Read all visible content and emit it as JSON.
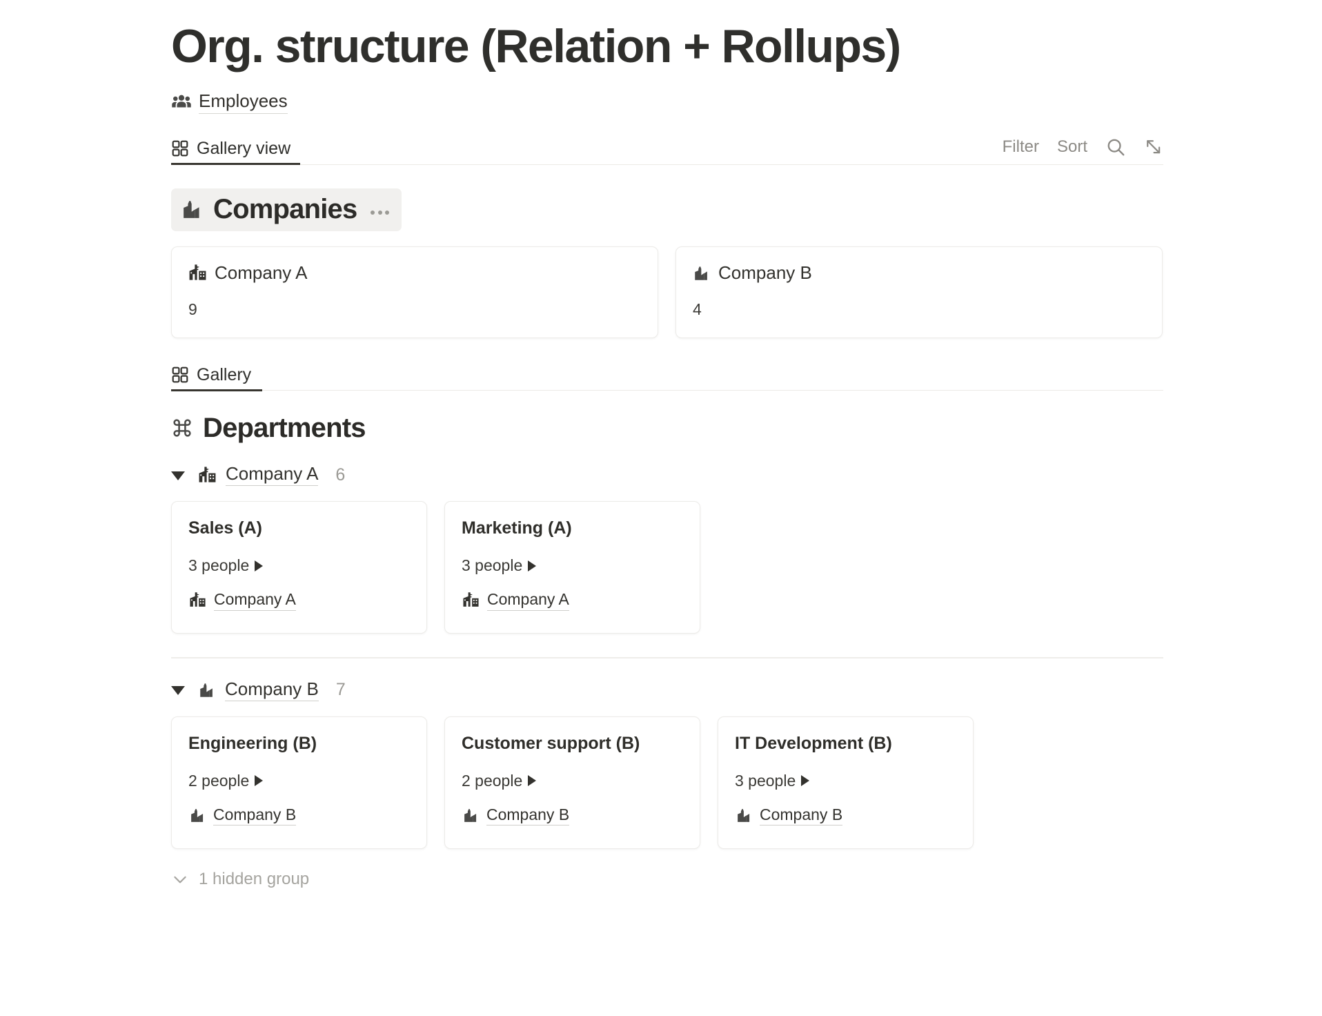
{
  "page": {
    "title": "Org. structure (Relation + Rollups)"
  },
  "source": {
    "icon": "people-group-icon",
    "label": "Employees"
  },
  "toolbar": {
    "tab": {
      "icon": "gallery-grid-icon",
      "label": "Gallery view"
    },
    "filter_label": "Filter",
    "sort_label": "Sort",
    "search_icon": "search-icon",
    "expand_icon": "expand-diagonal-icon"
  },
  "companies_section": {
    "icon": "factory-icon",
    "title": "Companies",
    "menu_icon": "ellipsis-icon",
    "cards": [
      {
        "icon": "school-building-icon",
        "name": "Company A",
        "rollup": "9"
      },
      {
        "icon": "factory-icon",
        "name": "Company B",
        "rollup": "4"
      }
    ]
  },
  "subview": {
    "tab": {
      "icon": "gallery-grid-icon",
      "label": "Gallery"
    }
  },
  "departments_section": {
    "icon": "command-icon",
    "title": "Departments",
    "groups": [
      {
        "toggle_icon": "caret-down-icon",
        "icon": "school-building-icon",
        "name": "Company A",
        "count": "6",
        "cards": [
          {
            "name": "Sales (A)",
            "people": "3 people",
            "people_caret": "caret-right-icon",
            "relation_icon": "school-building-icon",
            "relation": "Company A"
          },
          {
            "name": "Marketing (A)",
            "people": "3 people",
            "people_caret": "caret-right-icon",
            "relation_icon": "school-building-icon",
            "relation": "Company A"
          }
        ]
      },
      {
        "toggle_icon": "caret-down-icon",
        "icon": "factory-icon",
        "name": "Company B",
        "count": "7",
        "cards": [
          {
            "name": "Engineering (B)",
            "people": "2 people",
            "people_caret": "caret-right-icon",
            "relation_icon": "factory-icon",
            "relation": "Company B"
          },
          {
            "name": "Customer support (B)",
            "people": "2 people",
            "people_caret": "caret-right-icon",
            "relation_icon": "factory-icon",
            "relation": "Company B"
          },
          {
            "name": "IT Development (B)",
            "people": "3 people",
            "people_caret": "caret-right-icon",
            "relation_icon": "factory-icon",
            "relation": "Company B"
          }
        ]
      }
    ]
  },
  "footer": {
    "chevron_icon": "chevron-down-icon",
    "hidden_group_label": "1 hidden group"
  },
  "colors": {
    "text": "#37352f",
    "muted": "#9b9a95",
    "icon": "#4a4a48",
    "pill_bg": "#f1f0ee",
    "card_border": "#ecebe8",
    "divider": "#eceae6",
    "active_tab": "#37352f"
  }
}
